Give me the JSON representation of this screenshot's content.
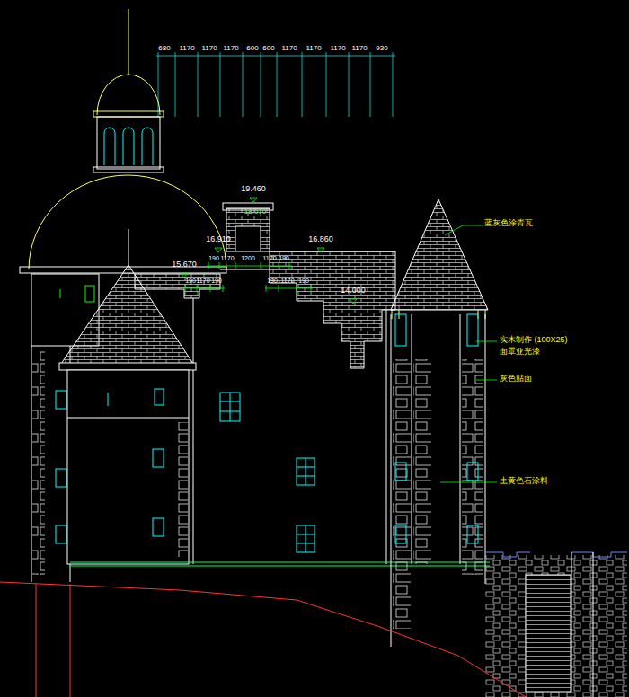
{
  "diagram": {
    "labels": [
      "680",
      "1170",
      "1170",
      "1170",
      "600",
      "600",
      "1170",
      "1170",
      "1170",
      "1170",
      "930",
      "19.460",
      "18.070",
      "16.910",
      "16.860",
      "15.670",
      "14.000",
      "190",
      "1170",
      "1200",
      "1170",
      "190",
      "190",
      "1170",
      "190",
      "190",
      "1170",
      "190",
      "蓝灰色涂青瓦",
      "实木制作 (100X25)",
      "面罩亚光漆",
      "灰色贴面",
      "土黄色石涂料"
    ]
  }
}
